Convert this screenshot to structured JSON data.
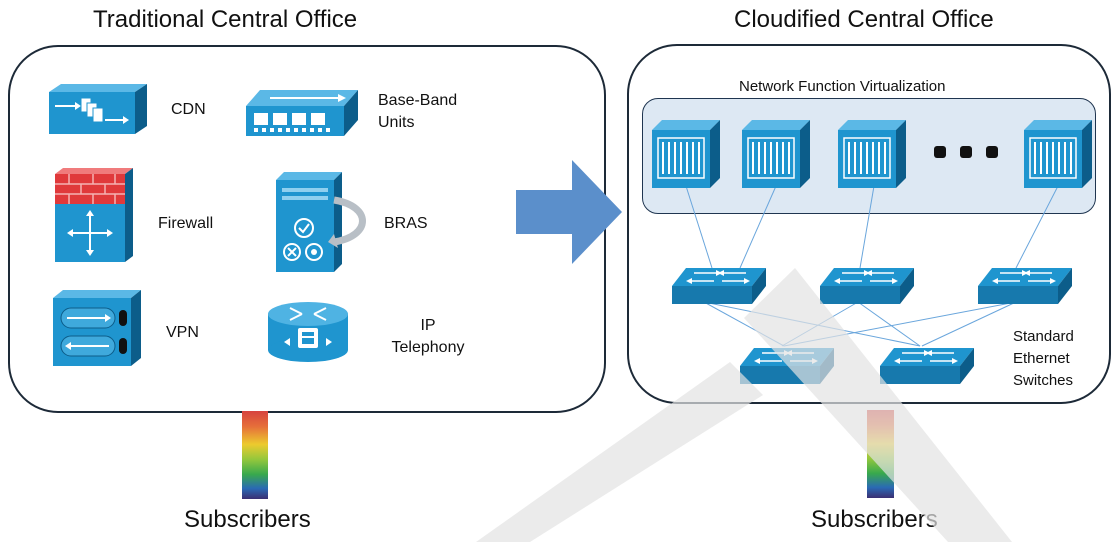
{
  "left": {
    "title": "Traditional Central Office",
    "items": [
      {
        "label": "CDN"
      },
      {
        "label": "Base-Band Units"
      },
      {
        "label": "Firewall"
      },
      {
        "label": "BRAS"
      },
      {
        "label": "VPN"
      },
      {
        "label": "IP Telephony"
      }
    ],
    "subscribers": "Subscribers"
  },
  "right": {
    "title": "Cloudified Central Office",
    "nfv_label": "Network Function Virtualization",
    "switches_label": "Standard Ethernet Switches",
    "subscribers": "Subscribers"
  },
  "colors": {
    "icon_blue": "#1f95cf",
    "icon_dark": "#0c5d8a",
    "arrow": "#5b8fcb",
    "line": "#6aa6dc",
    "firewall_red": "#e0393b"
  }
}
